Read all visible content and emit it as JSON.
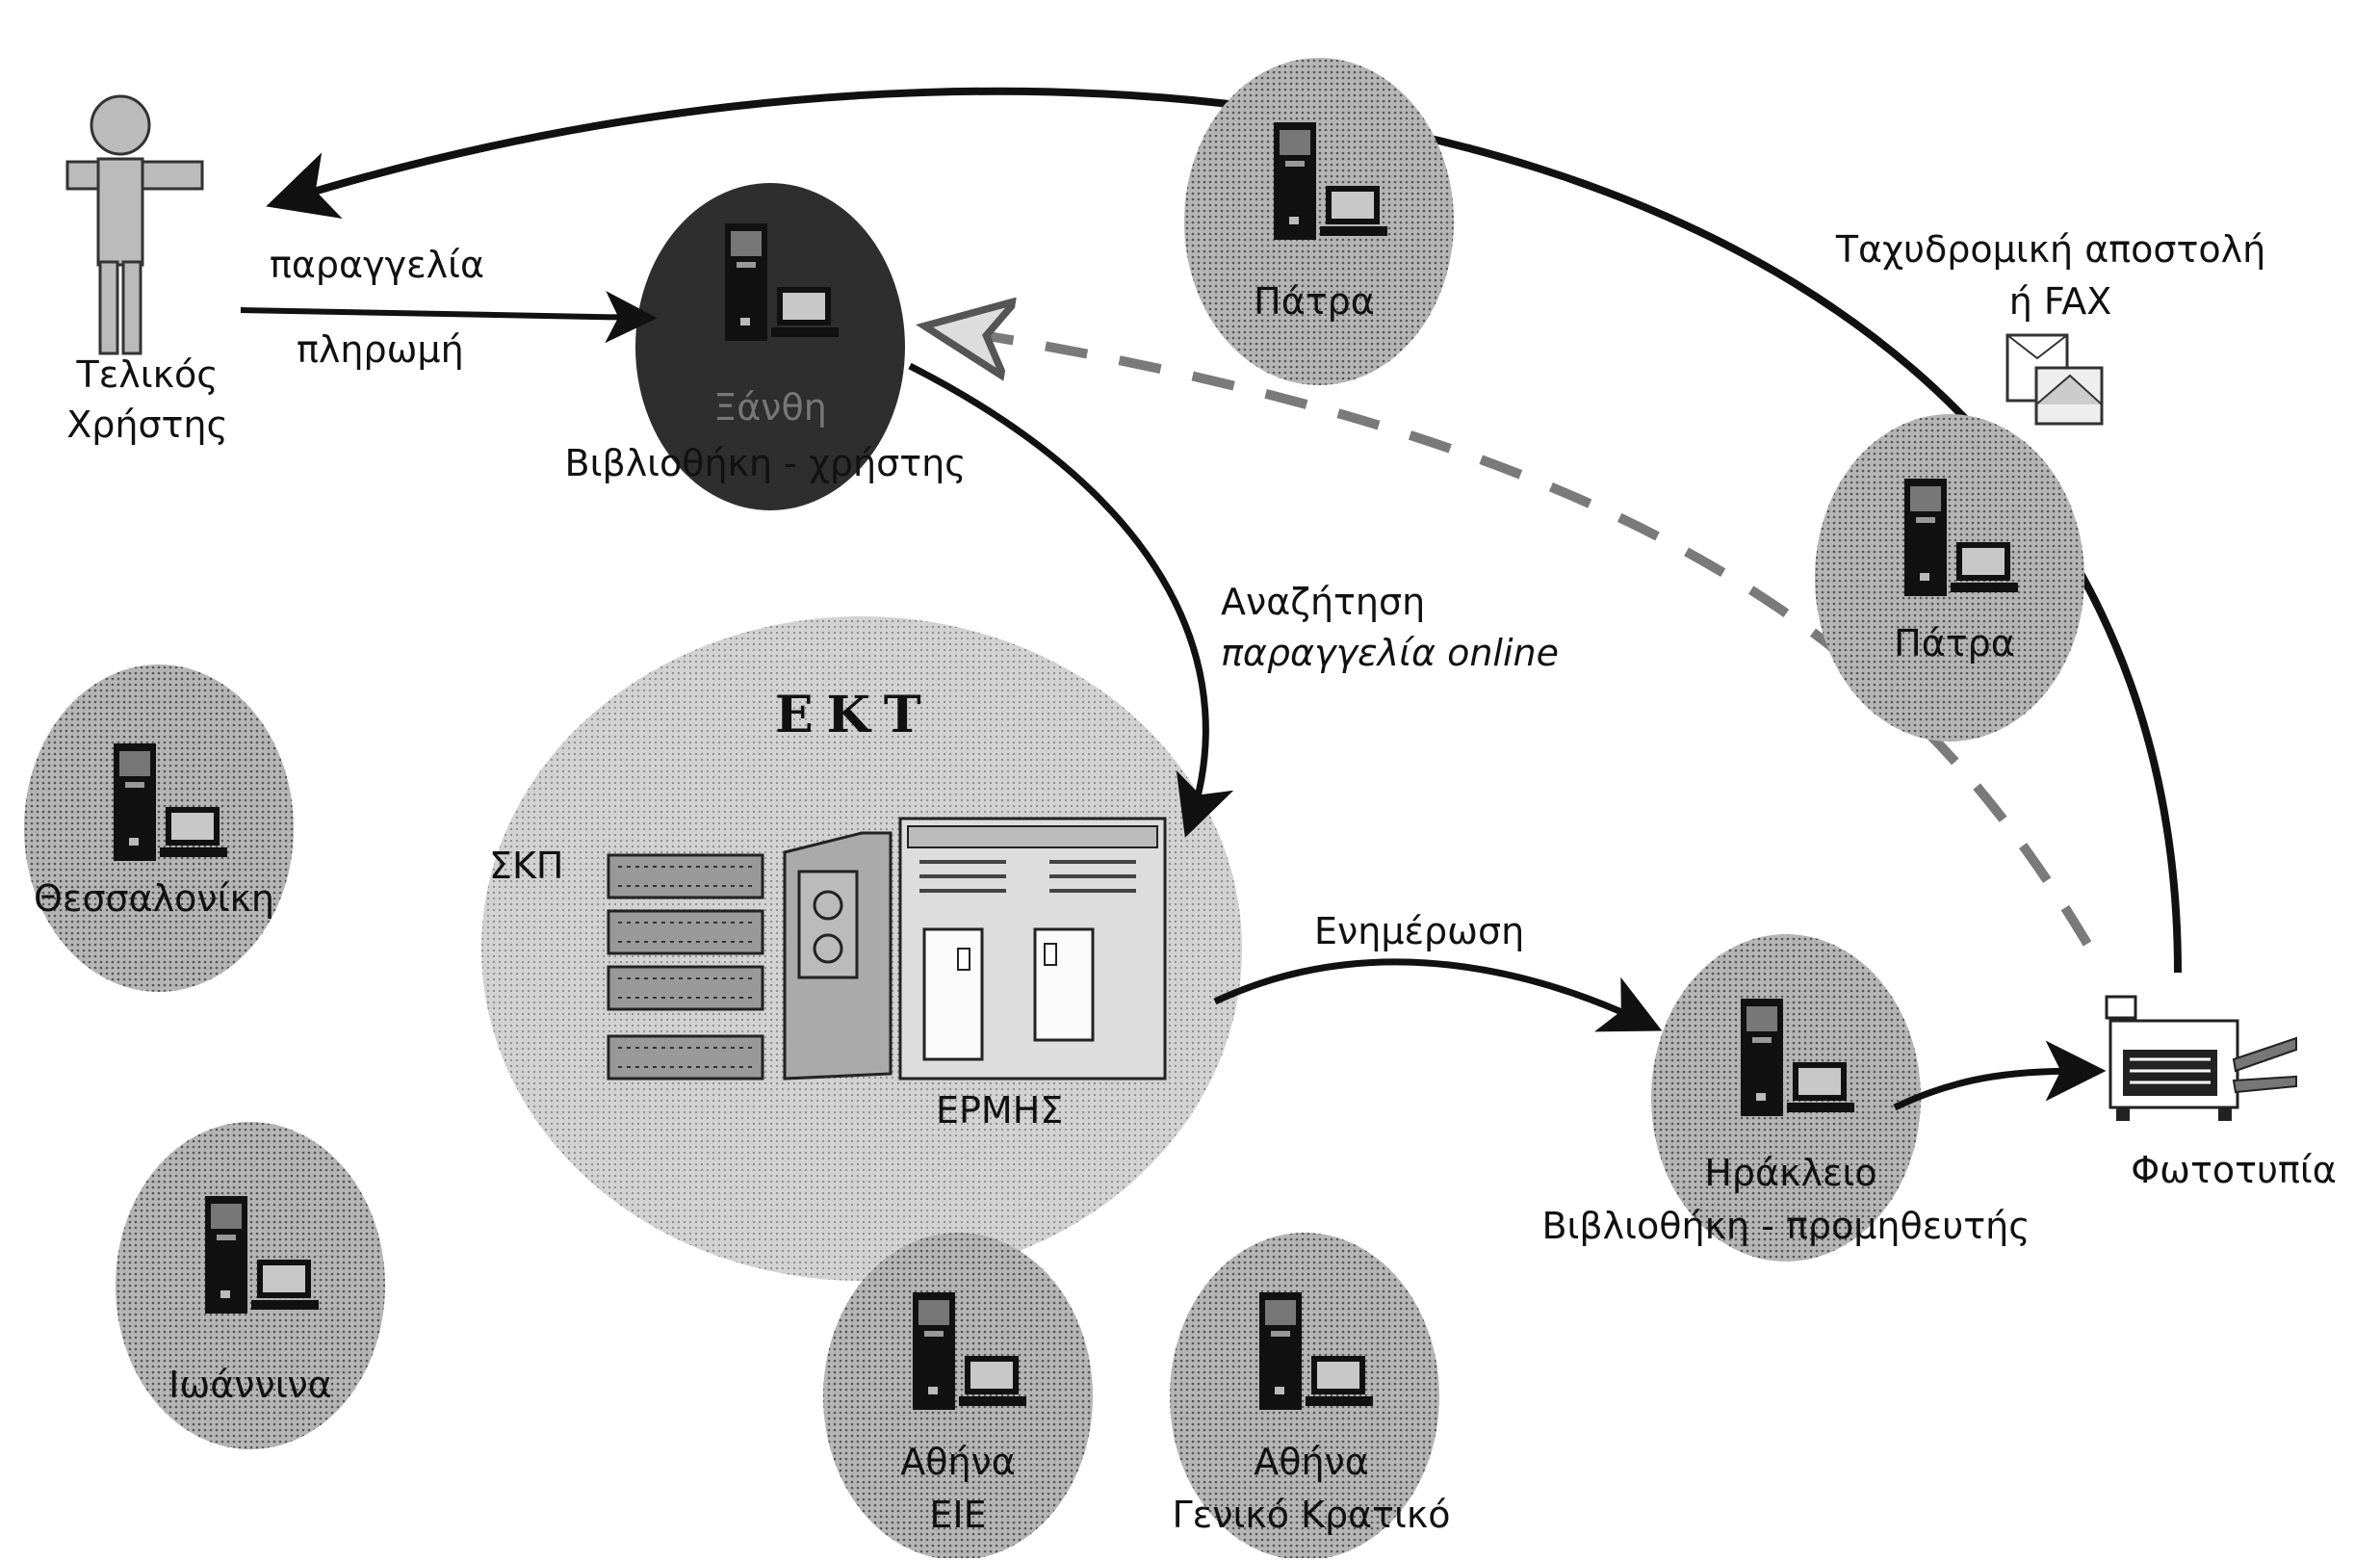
{
  "colors": {
    "node_dark": "#2e2e2e",
    "node_mid": "#8a8a8a",
    "node_light": "#9a9a9a",
    "ekt_fill": "#c4c4c4",
    "line": "#111111",
    "dashed": "#7a7a7a"
  },
  "user": {
    "label_line1": "Τελικός",
    "label_line2": "Χρήστης",
    "icon": "person-icon"
  },
  "flows": {
    "order": "παραγγελία",
    "payment": "πληρωμή",
    "search_line1": "Αναζήτηση",
    "search_line2": "παραγγελία online",
    "update": "Ενημέρωση",
    "mail_line1": "Ταχυδρομική αποστολή",
    "mail_line2": "ή FAX"
  },
  "nodes": {
    "xanthi_line1": "Ξάνθη",
    "xanthi_line2": "Βιβλιοθήκη - χρήστης",
    "patra_top": "Πάτρα",
    "patra_right": "Πάτρα",
    "thessaloniki": "Θεσσαλονίκη",
    "ioannina": "Ιωάννινα",
    "athina_eie_line1": "Αθήνα",
    "athina_eie_line2": "ΕΙΕ",
    "athina_gk_line1": "Αθήνα",
    "athina_gk_line2": "Γενικό Κρατικό",
    "irakleio_line1": "Ηράκλειο",
    "irakleio_line2": "Βιβλιοθήκη - προμηθευτής"
  },
  "ekt": {
    "title": "ΕΚΤ",
    "skp": "ΣΚΠ",
    "ermis": "ΕΡΜΗΣ"
  },
  "photocopy": {
    "label": "Φωτοτυπία",
    "icon": "photocopier-icon"
  }
}
